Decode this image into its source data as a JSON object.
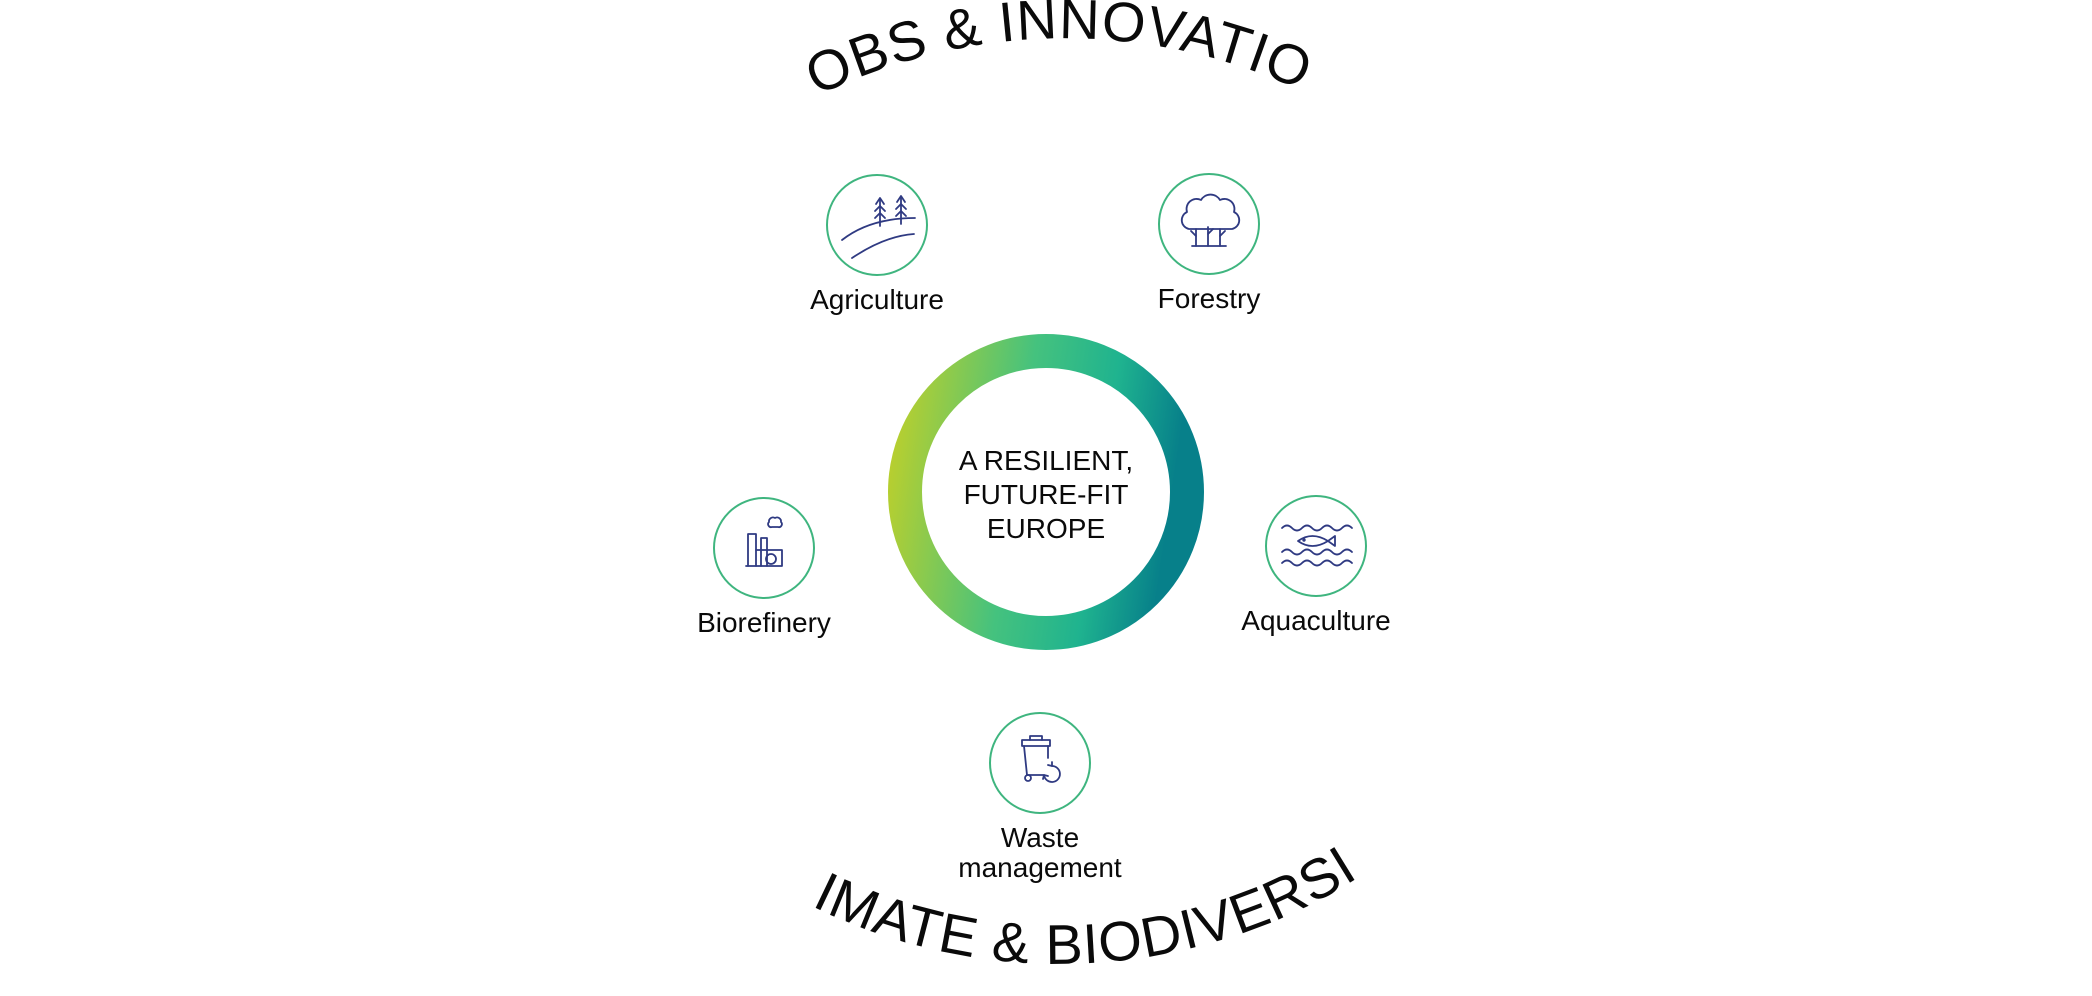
{
  "top_arc_label": "JOBS & INNOVATION",
  "bottom_arc_label": "CLIMATE & BIODIVERSITY",
  "center": {
    "lines": [
      "A RESILIENT,",
      "FUTURE-FIT",
      "EUROPE"
    ]
  },
  "ring_colors": {
    "left": "#b9cf2e",
    "top": "#45c27e",
    "right": "#07808a",
    "bottom": "#1fb38f"
  },
  "node_stroke_color": "#3fb57f",
  "icon_color": "#2f3a82",
  "nodes": [
    {
      "id": "agriculture",
      "label_lines": [
        "Agriculture"
      ],
      "icon": "wheat-field-icon"
    },
    {
      "id": "forestry",
      "label_lines": [
        "Forestry"
      ],
      "icon": "trees-icon"
    },
    {
      "id": "biorefinery",
      "label_lines": [
        "Biorefinery"
      ],
      "icon": "factory-icon"
    },
    {
      "id": "aquaculture",
      "label_lines": [
        "Aquaculture"
      ],
      "icon": "fish-waves-icon"
    },
    {
      "id": "waste-management",
      "label_lines": [
        "Waste",
        "management"
      ],
      "icon": "recycling-bin-icon"
    }
  ]
}
